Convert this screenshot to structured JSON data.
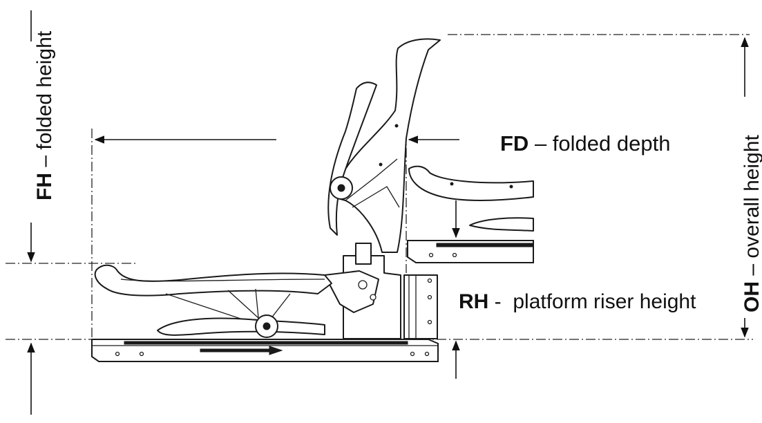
{
  "labels": {
    "fd": {
      "abbr": "FD",
      "text": " – folded depth"
    },
    "rh": {
      "abbr": "RH",
      "text": " -  platform riser height"
    },
    "fh": {
      "abbr": "FH",
      "text": " – folded height"
    },
    "oh": {
      "abbr": "OH",
      "text": " – overall height"
    }
  },
  "colors": {
    "line": "#1a1a1a",
    "background": "#ffffff"
  }
}
